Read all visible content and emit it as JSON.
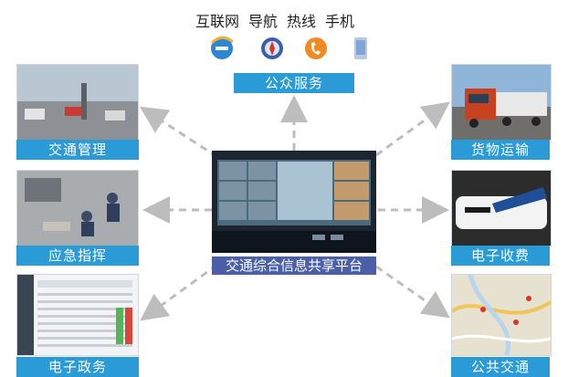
{
  "public_service": {
    "channels": [
      "互联网",
      "导航",
      "热线",
      "手机"
    ],
    "label": "公众服务",
    "icons": [
      "ie-browser-icon",
      "compass-icon",
      "phone-hotline-icon",
      "mobile-phone-icon"
    ]
  },
  "platform": {
    "label": "交通综合信息共享平台"
  },
  "nodes": {
    "traffic_management": "交通管理",
    "emergency_command": "应急指挥",
    "e_government": "电子政务",
    "freight_transport": "货物运输",
    "e_toll": "电子收费",
    "public_transit": "公共交通"
  },
  "colors": {
    "label_bg": "#2a9bd6",
    "center_label_bg": "#4a5fa8",
    "arrow": "#bdbdbd"
  }
}
